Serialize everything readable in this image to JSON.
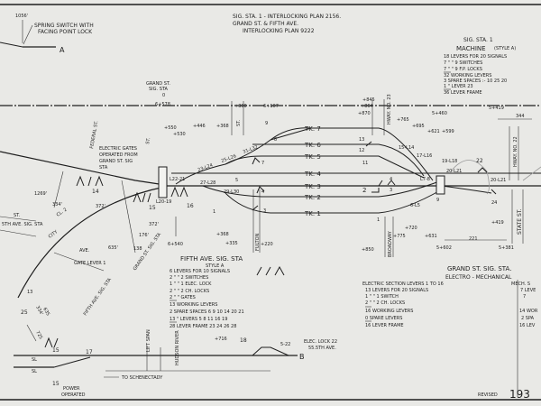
{
  "title": {
    "line1": "SIG. STA. 1 - INTERLOCKING PLAN 2156.",
    "line2": "GRAND ST. & FIFTH AVE.",
    "line3": "INTERLOCKING PLAN 9222"
  },
  "top_left": {
    "station": "1056'",
    "note1": "SPRING SWITCH WITH",
    "note2": "FACING POINT LOCK",
    "marker": "A"
  },
  "grand_st_label": {
    "l1": "GRAND ST.",
    "l2": "SIG. STA",
    "l3": "0",
    "l4": "6+578"
  },
  "stations": [
    "+300",
    "6+107",
    "+845",
    "+864",
    "+870",
    "HWAY. NO. 23",
    "5+460",
    "5+419",
    "344",
    "+765",
    "+695",
    "+621",
    "+599",
    "+550",
    "+530",
    "+446",
    "+368",
    "+368",
    "+335",
    "+220",
    "6+540",
    "+850",
    "+775",
    "+720",
    "+631",
    "5+602",
    "221",
    "5+381",
    "+419"
  ],
  "tracks": [
    "TK. 7",
    "TK. 6",
    "TK. 5",
    "TK. 4",
    "TK. 3",
    "TK. 2",
    "TK. 1"
  ],
  "switch_labels": [
    "23-L24",
    "25-L26",
    "31-L32",
    "27-L28",
    "29-L30",
    "L22-21",
    "L20-19",
    "15-L14",
    "17-L16",
    "19-L18",
    "20-L21",
    "20-L21",
    "L7-8",
    "6-L5"
  ],
  "signal_numbers": [
    "9",
    "8",
    "7",
    "5",
    "4",
    "3",
    "14",
    "15",
    "16",
    "13",
    "12",
    "11",
    "2",
    "1",
    "22",
    "24",
    "4",
    "3",
    "9",
    "1"
  ],
  "streets": [
    "ST.",
    "FULTON",
    "BROADWAY",
    "STATE ST.",
    "HWAY. NO. 22",
    "FEDERAL ST.",
    "ST.",
    "ST.",
    "AVE.",
    "GRAND ST. SIG. STA",
    "FIFTH AVE. SIG. STA",
    "5TH AVE. SIG. STA",
    "CL. 2",
    "CITY"
  ],
  "left_notes": {
    "gates1": "ELECTRIC GATES",
    "gates2": "OPERATED FROM",
    "gates3": "GRAND ST. SIG",
    "gates4": "STA",
    "d1": "1269'",
    "d2": "334'",
    "d3": "372'",
    "d4": "372'",
    "d5": "176'",
    "d6": "635'",
    "d7": "138",
    "gate_lever": "GATE LEVER 1",
    "d8": "334'",
    "d9": "635",
    "d10": "25",
    "d11": "13",
    "d12": "725"
  },
  "sig_sta_1": {
    "heading": "SIG. STA. 1",
    "machine": "MACHINE",
    "style": "(STYLE A)",
    "rows": [
      "18 LEVERS FOR 20 SIGNALS",
      "7   \"      \"    9 SWITCHES",
      "7   \"      \"    9 F.P. LOCKS",
      "32 WORKING LEVERS",
      "3  SPARE SPACES :- 10 25 20",
      "1   \"   LEVER  23",
      "36 LEVER FRAME"
    ]
  },
  "fifth_ave": {
    "heading": "FIFTH AVE. SIG. STA",
    "style": "STYLE A",
    "rows": [
      "6 LEVERS FOR 10 SIGNALS",
      "2   \"    \"   2 SWITCHES",
      "1   \"    \"   1 ELEC. LOCK",
      "2   \"    \"   2 CH. LOCKS",
      "2   \"    \"   GATES",
      "13 WORKING LEVERS",
      "2 SPARE SPACES 6 9 10 14 20 21",
      "13   \"   LEVERS 5 8 11 16 19",
      "28 LEVER FRAME       23 24 26 28"
    ]
  },
  "grand_st": {
    "heading": "GRAND ST. SIG. STA.",
    "sub": "ELECTRO - MECHANICAL",
    "rows": [
      "ELECTRIC SECTION LEVERS 1 TO 16",
      "13 LEVERS FOR 20 SIGNALS",
      "1    \"     \"    1 SWITCH",
      "2    \"     \"    2 CH. LOCKS",
      "16 WORKING LEVERS",
      "0 SPARE LEVERS",
      "16 LEVER FRAME"
    ],
    "mech_rows": [
      "MECH. S",
      "7 LEVE",
      "7",
      "14 WOR",
      "2 SPA",
      "16 LEV"
    ]
  },
  "bottom": {
    "lift": "LIFT SPAN",
    "hudson": "HUDSON RIVER",
    "station": "+716",
    "lever18": "18",
    "sw": "5-22",
    "elec_lock1": "ELEC. LOCK 22",
    "elec_lock2": "55.5TH AVE.",
    "marker": "B",
    "to": "TO SCHENECTADY",
    "n15a": "15",
    "n17": "17",
    "n15b": "15",
    "sl1": "SL",
    "sl2": "SL",
    "power1": "POWER",
    "power2": "OPERATED",
    "revised": "REVISED",
    "year": "193"
  }
}
